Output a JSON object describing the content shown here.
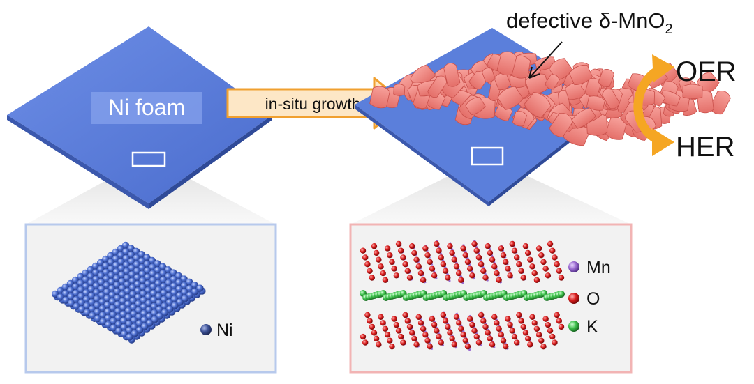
{
  "labels": {
    "substrate": "Ni foam",
    "arrow": "in-situ growth",
    "product": "defective δ-MnO",
    "product_subscript": "2",
    "reaction_top": "OER",
    "reaction_bottom": "HER"
  },
  "legend_ni": [
    {
      "element": "Ni",
      "color": "#3f5fb5"
    }
  ],
  "legend_mno2": [
    {
      "element": "Mn",
      "color": "#9a6ad0"
    },
    {
      "element": "O",
      "color": "#d81c1c"
    },
    {
      "element": "K",
      "color": "#3cbf4a"
    }
  ],
  "colors": {
    "foam": "#5b7fdb",
    "nanosheet": "#f08a84",
    "arrow_fill": "#fde7c6",
    "arrow_stroke": "#f0a030",
    "cycle_arrow": "#f5a623",
    "box_ni": "#b7c9ec",
    "box_mno2": "#f2b4b4"
  }
}
